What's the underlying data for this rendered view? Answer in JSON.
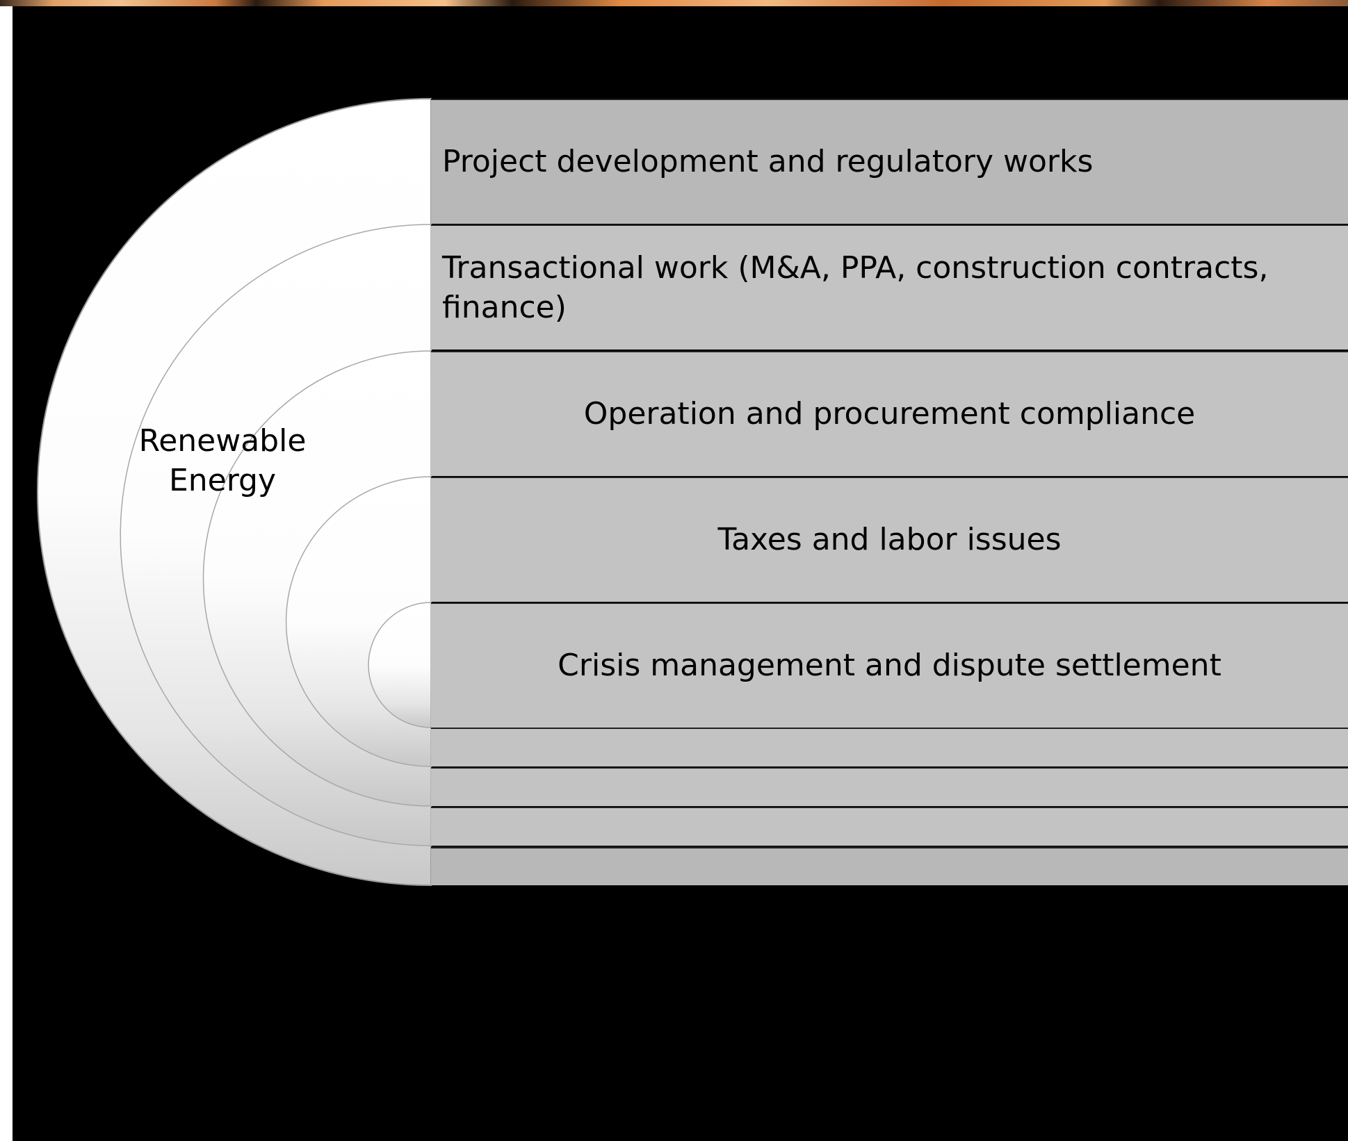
{
  "diagram": {
    "center_label": "Renewable Energy",
    "layers": [
      "Project development and regulatory works",
      "Transactional work (M&A, PPA, construction contracts, finance)",
      "Operation and procurement compliance",
      "Taxes and labor issues",
      "Crisis management and dispute settlement"
    ]
  }
}
